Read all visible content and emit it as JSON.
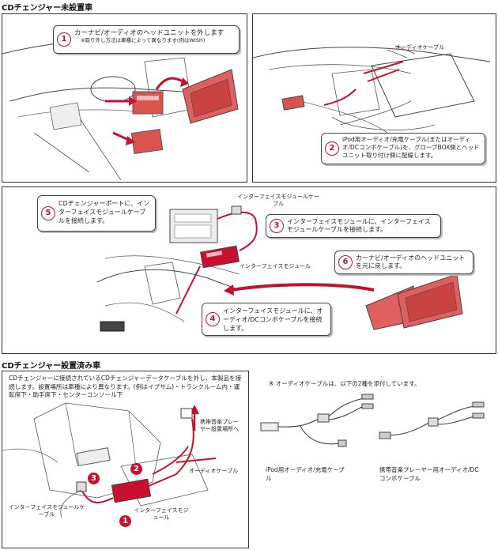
{
  "section1": {
    "title": "CDチェンジャー未設置車",
    "step1": {
      "num": "1",
      "text": "カーナビ/オーディオのヘッドユニットを外します",
      "note": "※取り外し方法は車種によって異なります(例はWISH)"
    },
    "cable_label": "オーディオケーブル",
    "step2": {
      "num": "2",
      "text": "iPod用オーディオ/充電ケーブル(またはオーディオ/DCコンボケーブル)を、グローブBOX側とヘッドユニット取り付け側に配線します。"
    }
  },
  "section2": {
    "step5": {
      "num": "5",
      "text": "CDチェンジャーポートに、インターフェイスモジュールケーブルを接続します。"
    },
    "module_cable_label": "インターフェイスモジュールケーブル",
    "step3": {
      "num": "3",
      "text": "インターフェイスモジュールに、インターフェイスモジュールケーブルを接続します。"
    },
    "module_label": "インターフェイスモジュール",
    "step6": {
      "num": "6",
      "text": "カーナビ/オーディオのヘッドユニットを元に戻します。"
    },
    "step4": {
      "num": "4",
      "text": "インターフェイスモジュールに、オーディオ/DCコンボケーブルを接続します。"
    }
  },
  "section3": {
    "title": "CDチェンジャー設置済み車",
    "intro": "CDチェンジャーに接続されているCDチェンジャーデータケーブルを外し、本製品を接続します。設置場所は車種により異なります。(例はイプサム)・トランクルーム内・運転席下・助手席下・センターコンソール下",
    "player_label": "携帯音楽プレーヤー設置場所へ",
    "audio_cable_label": "オーディオケーブル",
    "module_cable_label": "インターフェイスモジュールケーブル",
    "module_label": "インターフェイスモジュール",
    "badges": [
      "1",
      "2",
      "3"
    ]
  },
  "section4": {
    "note": "※ オーディオケーブルは、以下の2種を添付しています。",
    "cable1": "iPod用オーディオ/充電ケーブル",
    "cable2": "携帯音楽プレーヤー用オーディオ/DCコンボケーブル"
  },
  "colors": {
    "accent": "#c8102e",
    "line": "#333333"
  }
}
